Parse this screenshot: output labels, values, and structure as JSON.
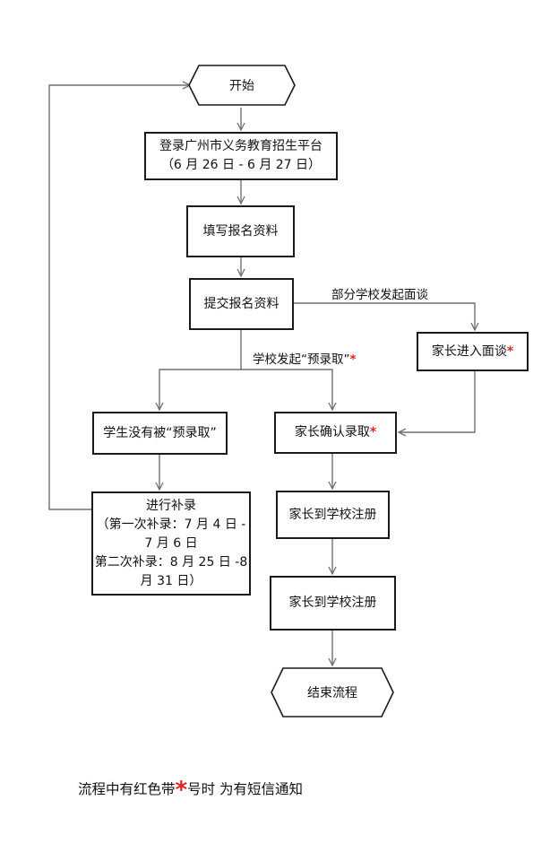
{
  "start": "开始",
  "end": "结束流程",
  "steps": {
    "login_title": "登录广州市义务教育招生平台",
    "login_dates": "（6 月 26 日 - 6 月 27 日）",
    "fill": "填写报名资料",
    "submit": "提交报名资料",
    "parent_interview": "家长进入面谈",
    "not_admitted": "学生没有被“预录取”",
    "parent_confirm": "家长确认录取",
    "makeup_title": "进行补录",
    "makeup_line1": "（第一次补录：7 月 4 日 -",
    "makeup_line2": "7 月 6 日",
    "makeup_line3": "第二次补录：8 月 25 日 -8",
    "makeup_line4": "月 31 日）",
    "register1": "家长到学校注册",
    "register2": "家长到学校注册"
  },
  "edges": {
    "interview_label": "部分学校发起面谈",
    "prerecord_label": "学校发起“预录取”"
  },
  "star": "*",
  "note": {
    "before": "流程中有红色带",
    "star": "*",
    "after": "号时  为有短信通知"
  },
  "colors": {
    "star": "#e0201b",
    "line": "#707070",
    "border": "#1a1a1a"
  }
}
